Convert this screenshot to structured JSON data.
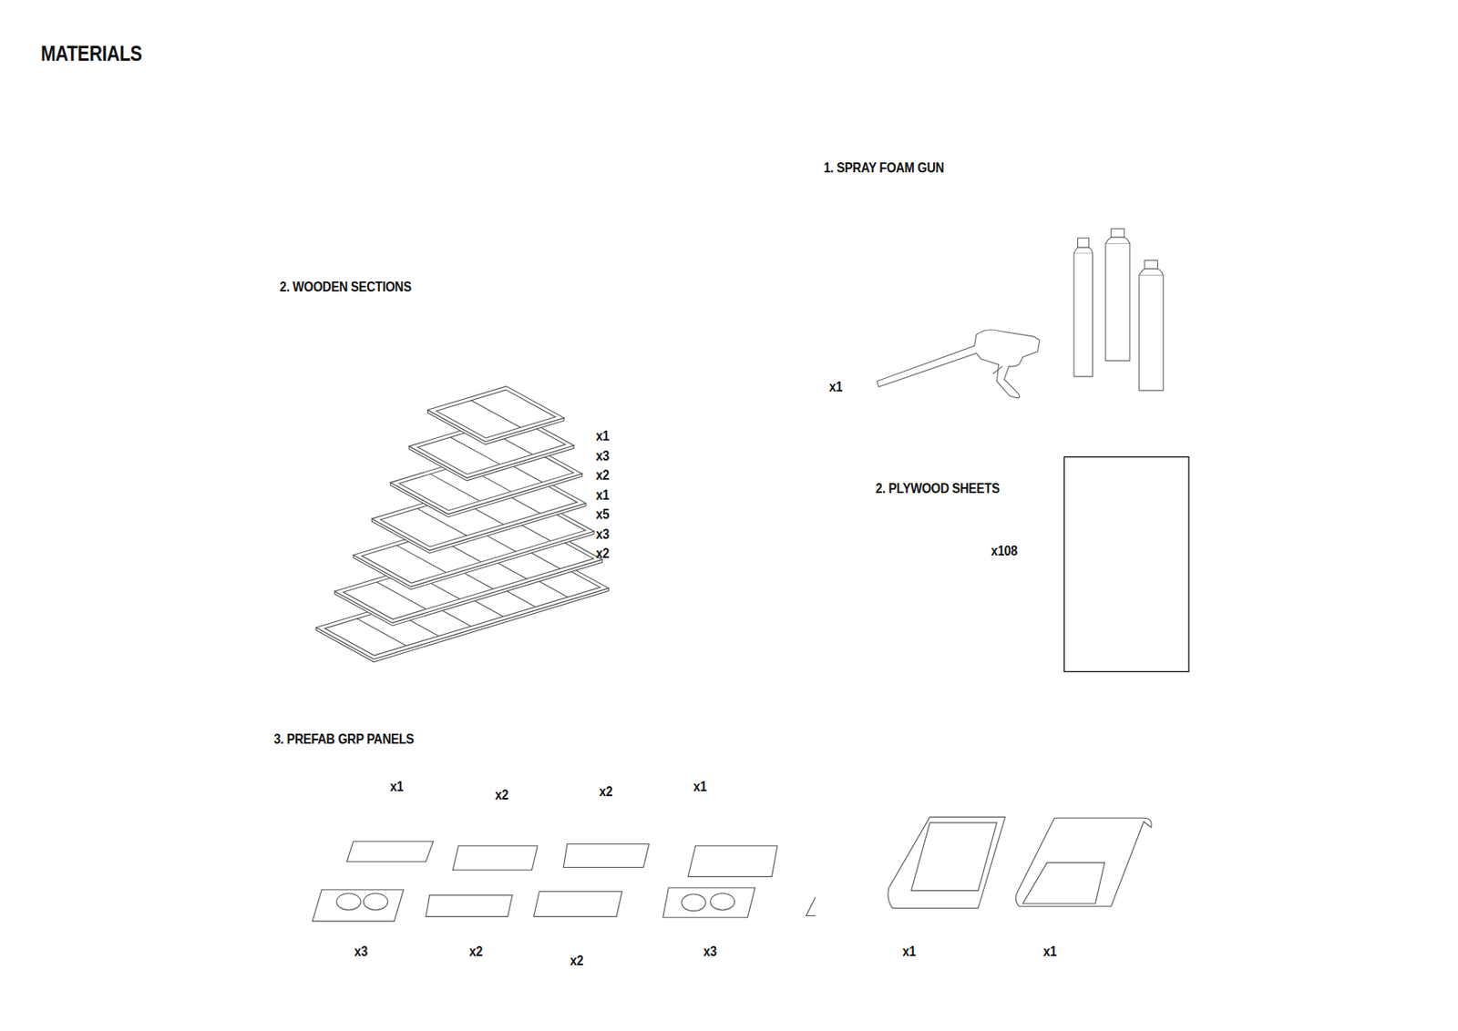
{
  "diagram": {
    "title": "MATERIALS",
    "labels": [
      "1. SPRAY FOAM GUN",
      "2. WOODEN SECTIONS",
      "x1",
      "x1",
      "x3",
      "x2",
      "x1",
      "x5",
      "x3",
      "x2",
      "2. PLYWOOD SHEETS",
      "x108",
      "3. PREFAB GRP PANELS",
      "x1",
      "x2",
      "x2",
      "x1",
      "x3",
      "x2",
      "x2",
      "x3",
      "x1",
      "x1"
    ]
  }
}
